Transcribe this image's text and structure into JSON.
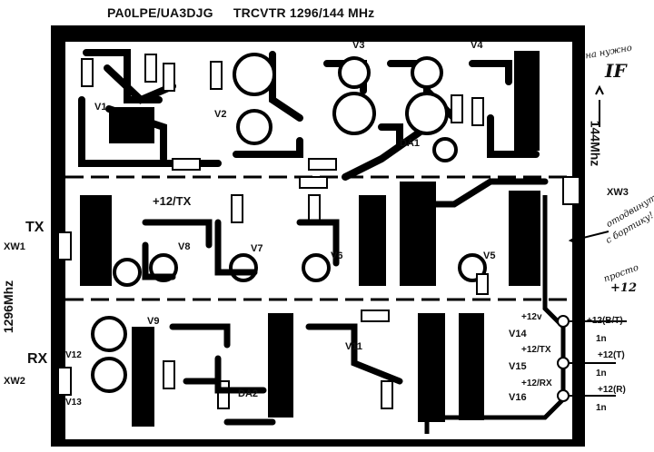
{
  "header": {
    "author": "PA0LPE/UA3DJG",
    "title": "TRCVTR 1296/144 MHz"
  },
  "ports": {
    "tx": "TX",
    "rx": "RX",
    "xw1": "XW1",
    "xw2": "XW2",
    "xw3": "XW3",
    "band_1296": "1296Mhz",
    "band_144": "144Mhz"
  },
  "tubes": {
    "v1": "V1",
    "v2": "V2",
    "v3": "V3",
    "v4": "V4",
    "v5": "V5",
    "v6": "V6",
    "v7": "V7",
    "v8": "V8",
    "v9": "V9",
    "v11": "V11",
    "v12": "V12",
    "v13": "V13",
    "v14": "V14",
    "v15": "V15",
    "v16": "V16"
  },
  "chips": {
    "da1": "DA1",
    "da2": "DA2"
  },
  "supply_labels": {
    "plus12v": "+12v",
    "plus12tx_pad": "+12/TX",
    "plus12rx_pad": "+12/RX",
    "plus12tx_mid": "+12/TX"
  },
  "feed_labels": {
    "plus12_bt": "+12(B/T)",
    "plus12_t": "+12(T)",
    "plus12_r": "+12(R)",
    "cap1": "1n",
    "cap2": "1n",
    "cap3": "1n"
  },
  "annotations": {
    "if_note_line1": "на нужно",
    "if_note_line2": "IF",
    "bend_note_line1": "отодвинуть",
    "bend_note_line2": "с бортику!",
    "plus12_note_line1": "просто",
    "plus12_note_line2": "+12"
  }
}
